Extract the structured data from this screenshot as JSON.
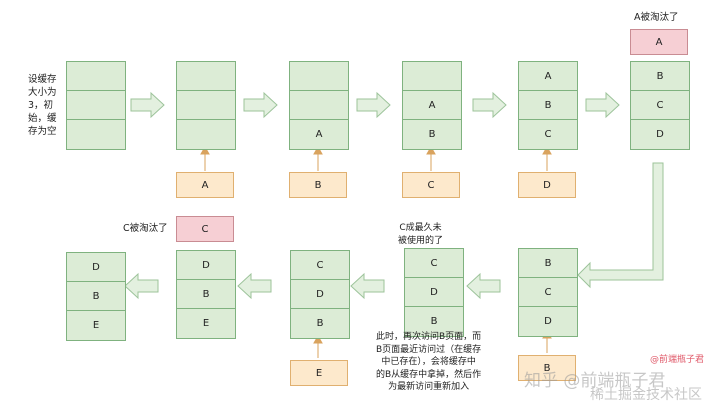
{
  "init_label": [
    "设缓存",
    "大小为",
    "3，初",
    "始，缓",
    "存为空"
  ],
  "stacks": [
    {
      "cells": [
        "",
        "",
        ""
      ]
    },
    {
      "cells": [
        "",
        "",
        ""
      ]
    },
    {
      "cells": [
        "",
        "",
        "A"
      ]
    },
    {
      "cells": [
        "",
        "A",
        "B"
      ]
    },
    {
      "cells": [
        "A",
        "B",
        "C"
      ]
    },
    {
      "cells": [
        "B",
        "C",
        "D"
      ]
    },
    {
      "cells": [
        "B",
        "C",
        "D"
      ]
    },
    {
      "cells": [
        "C",
        "D",
        "B"
      ]
    },
    {
      "cells": [
        "C",
        "D",
        "B"
      ]
    },
    {
      "cells": [
        "D",
        "B",
        "E"
      ]
    },
    {
      "cells": [
        "D",
        "B",
        "E"
      ]
    }
  ],
  "inputs": [
    "A",
    "B",
    "C",
    "D",
    "B",
    "E"
  ],
  "evicted": [
    {
      "label": "A被淘汰了",
      "item": "A"
    },
    {
      "label": "C被淘汰了",
      "item": "C"
    }
  ],
  "lru_note": [
    "C成最久未",
    "被使用的了"
  ],
  "access_note": [
    "此时，再次访问B页面，而",
    "B页面最近访问过（在缓存",
    "中已存在），会将缓存中",
    "的B从缓存中拿掉，然后作",
    "为最新访问重新加入"
  ],
  "author_tag": "@前端瓶子君",
  "watermark": "知乎 @前端瓶子君",
  "watermark2": "稀土掘金技术社区",
  "colors": {
    "cache": "#dcecd6",
    "input": "#fde9cc",
    "evicted": "#f6cfd4"
  }
}
